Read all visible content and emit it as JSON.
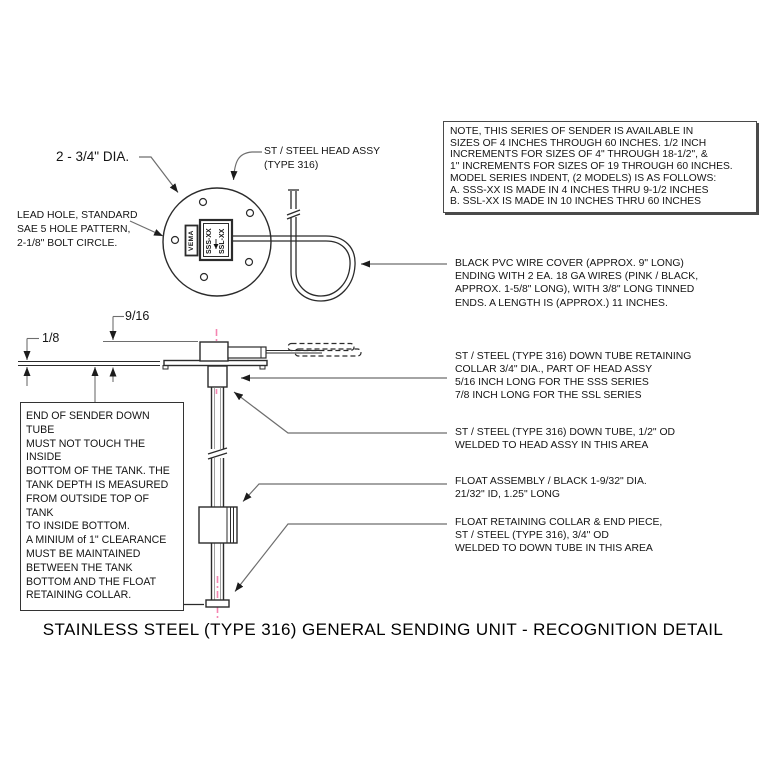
{
  "title": "STAINLESS STEEL (TYPE 316) GENERAL SENDING UNIT - RECOGNITION DETAIL",
  "note_box": {
    "text": "NOTE, THIS SERIES OF SENDER IS AVAILABLE IN\nSIZES OF 4 INCHES THROUGH 60 INCHES. 1/2 INCH\nINCREMENTS FOR SIZES OF 4\" THROUGH 18-1/2\", &\n1\" INCREMENTS FOR SIZES OF 19 THROUGH 60 INCHES.\nMODEL SERIES INDENT, (2 MODELS) IS AS FOLLOWS:\nA. SSS-XX IS MADE IN 4 INCHES THRU 9-1/2 INCHES\nB. SSL-XX IS MADE IN 10 INCHES THRU 60 INCHES"
  },
  "warning_box": {
    "text": "END OF SENDER DOWN TUBE\nMUST NOT TOUCH THE INSIDE\nBOTTOM OF THE TANK. THE\nTANK DEPTH IS MEASURED\nFROM OUTSIDE TOP OF TANK\nTO INSIDE BOTTOM.\nA MINIUM of 1\" CLEARANCE\nMUST BE MAINTAINED\nBETWEEN THE TANK\nBOTTOM AND THE FLOAT\nRETAINING COLLAR."
  },
  "labels": {
    "diameter": "2 - 3/4\" DIA.",
    "head_assy": "ST / STEEL HEAD ASSY\n(TYPE 316)",
    "lead_hole": "LEAD HOLE, STANDARD\nSAE 5 HOLE PATTERN,\n2-1/8\" BOLT CIRCLE.",
    "wire_cover": "BLACK PVC WIRE COVER (APPROX. 9\" LONG)\nENDING WITH 2 EA. 18 GA WIRES (PINK / BLACK,\nAPPROX. 1-5/8\" LONG), WITH 3/8\" LONG TINNED\nENDS. A LENGTH IS (APPROX.) 11 INCHES.",
    "retaining_collar": "ST / STEEL (TYPE 316) DOWN TUBE RETAINING\nCOLLAR 3/4\" DIA., PART OF HEAD ASSY\n5/16 INCH LONG FOR THE SSS SERIES\n7/8 INCH LONG FOR THE SSL SERIES",
    "down_tube": "ST / STEEL (TYPE 316) DOWN TUBE, 1/2\" OD\nWELDED TO HEAD ASSY IN THIS AREA",
    "float_assembly": "FLOAT ASSEMBLY / BLACK 1-9/32\" DIA.\n21/32\" ID, 1.25\" LONG",
    "float_collar": "FLOAT RETAINING COLLAR & END PIECE,\nST / STEEL (TYPE 316), 3/4\" OD\nWELDED TO DOWN TUBE IN THIS AREA"
  },
  "dimensions": {
    "head_height": "9/16",
    "plate_thickness": "1/8"
  },
  "part_markings": {
    "brand": "VEMA",
    "model_a": "SSS-XX",
    "model_b": "SSL-XX"
  },
  "colors": {
    "drawing_line": "#2b2b2b",
    "leader_line": "#6e6e6e",
    "centerline_pink": "#f585b1",
    "text": "#111111",
    "background": "#ffffff"
  }
}
